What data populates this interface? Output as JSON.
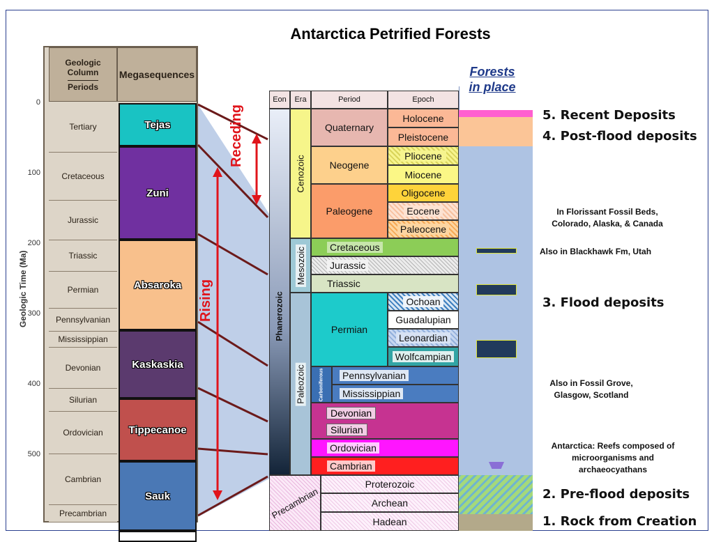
{
  "title": "Antarctica Petrified Forests",
  "left_column": {
    "header_periods": "Geologic Column",
    "header_periods_sub": "Periods",
    "header_megasequences": "Megasequences",
    "axis_label": "Geologic Time (Ma)",
    "ticks": [
      "0",
      "100",
      "200",
      "300",
      "400",
      "500"
    ],
    "periods": [
      "Tertiary",
      "Cretaceous",
      "Jurassic",
      "Triassic",
      "Permian",
      "Pennsylvanian",
      "Mississippian",
      "Devonian",
      "Silurian",
      "Ordovician",
      "Cambrian",
      "Precambrian"
    ],
    "megasequences": [
      {
        "name": "Tejas",
        "color": "#19c3c3"
      },
      {
        "name": "Zuni",
        "color": "#7030a0"
      },
      {
        "name": "Absaroka",
        "color": "#f8c08c"
      },
      {
        "name": "Kaskaskia",
        "color": "#5b3a6e"
      },
      {
        "name": "Tippecanoe",
        "color": "#c0504d"
      },
      {
        "name": "Sauk",
        "color": "#4a78b5"
      }
    ]
  },
  "arrows": {
    "receding": "Receding",
    "rising": "Rising",
    "color": "#e0141b"
  },
  "chart": {
    "headers": {
      "eon": "Eon",
      "era": "Era",
      "period": "Period",
      "epoch": "Epoch"
    },
    "eon_phanerozoic": "Phanerozoic",
    "eon_precambrian": "Precambrian",
    "era_cenozoic": "Cenozoic",
    "era_mesozoic": "Mesozoic",
    "era_paleozoic": "Paleozoic",
    "carboniferous": "Carboniferous",
    "periods": {
      "quaternary": "Quaternary",
      "neogene": "Neogene",
      "paleogene": "Paleogene",
      "cretaceous": "Cretaceous",
      "jurassic": "Jurassic",
      "triassic": "Triassic",
      "permian": "Permian",
      "pennsylvanian": "Pennsylvanian",
      "mississippian": "Mississippian",
      "devonian": "Devonian",
      "silurian": "Silurian",
      "ordovician": "Ordovician",
      "cambrian": "Cambrian",
      "proterozoic": "Proterozoic",
      "archean": "Archean",
      "hadean": "Hadean"
    },
    "epochs": [
      "Holocene",
      "Pleistocene",
      "Pliocene",
      "Miocene",
      "Oligocene",
      "Eocene",
      "Paleocene",
      "Ochoan",
      "Guadalupian",
      "Leonardian",
      "Wolfcampian"
    ]
  },
  "forests": {
    "header_line1": "Forests",
    "header_line2": "in place"
  },
  "deposits": {
    "recent": "5. Recent Deposits",
    "post_flood": "4. Post-flood deposits",
    "flood": "3. Flood deposits",
    "pre_flood": "2. Pre-flood deposits",
    "creation": "1. Rock from Creation"
  },
  "notes": {
    "florissant": "In Florissant Fossil Beds, Colorado, Alaska, & Canada",
    "blackhawk": "Also in Blackhawk Fm, Utah",
    "fossil_grove": "Also in Fossil Grove, Glasgow, Scotland",
    "antarctica": "Antarctica: Reefs composed of microorganisms and archaeocyathans"
  }
}
